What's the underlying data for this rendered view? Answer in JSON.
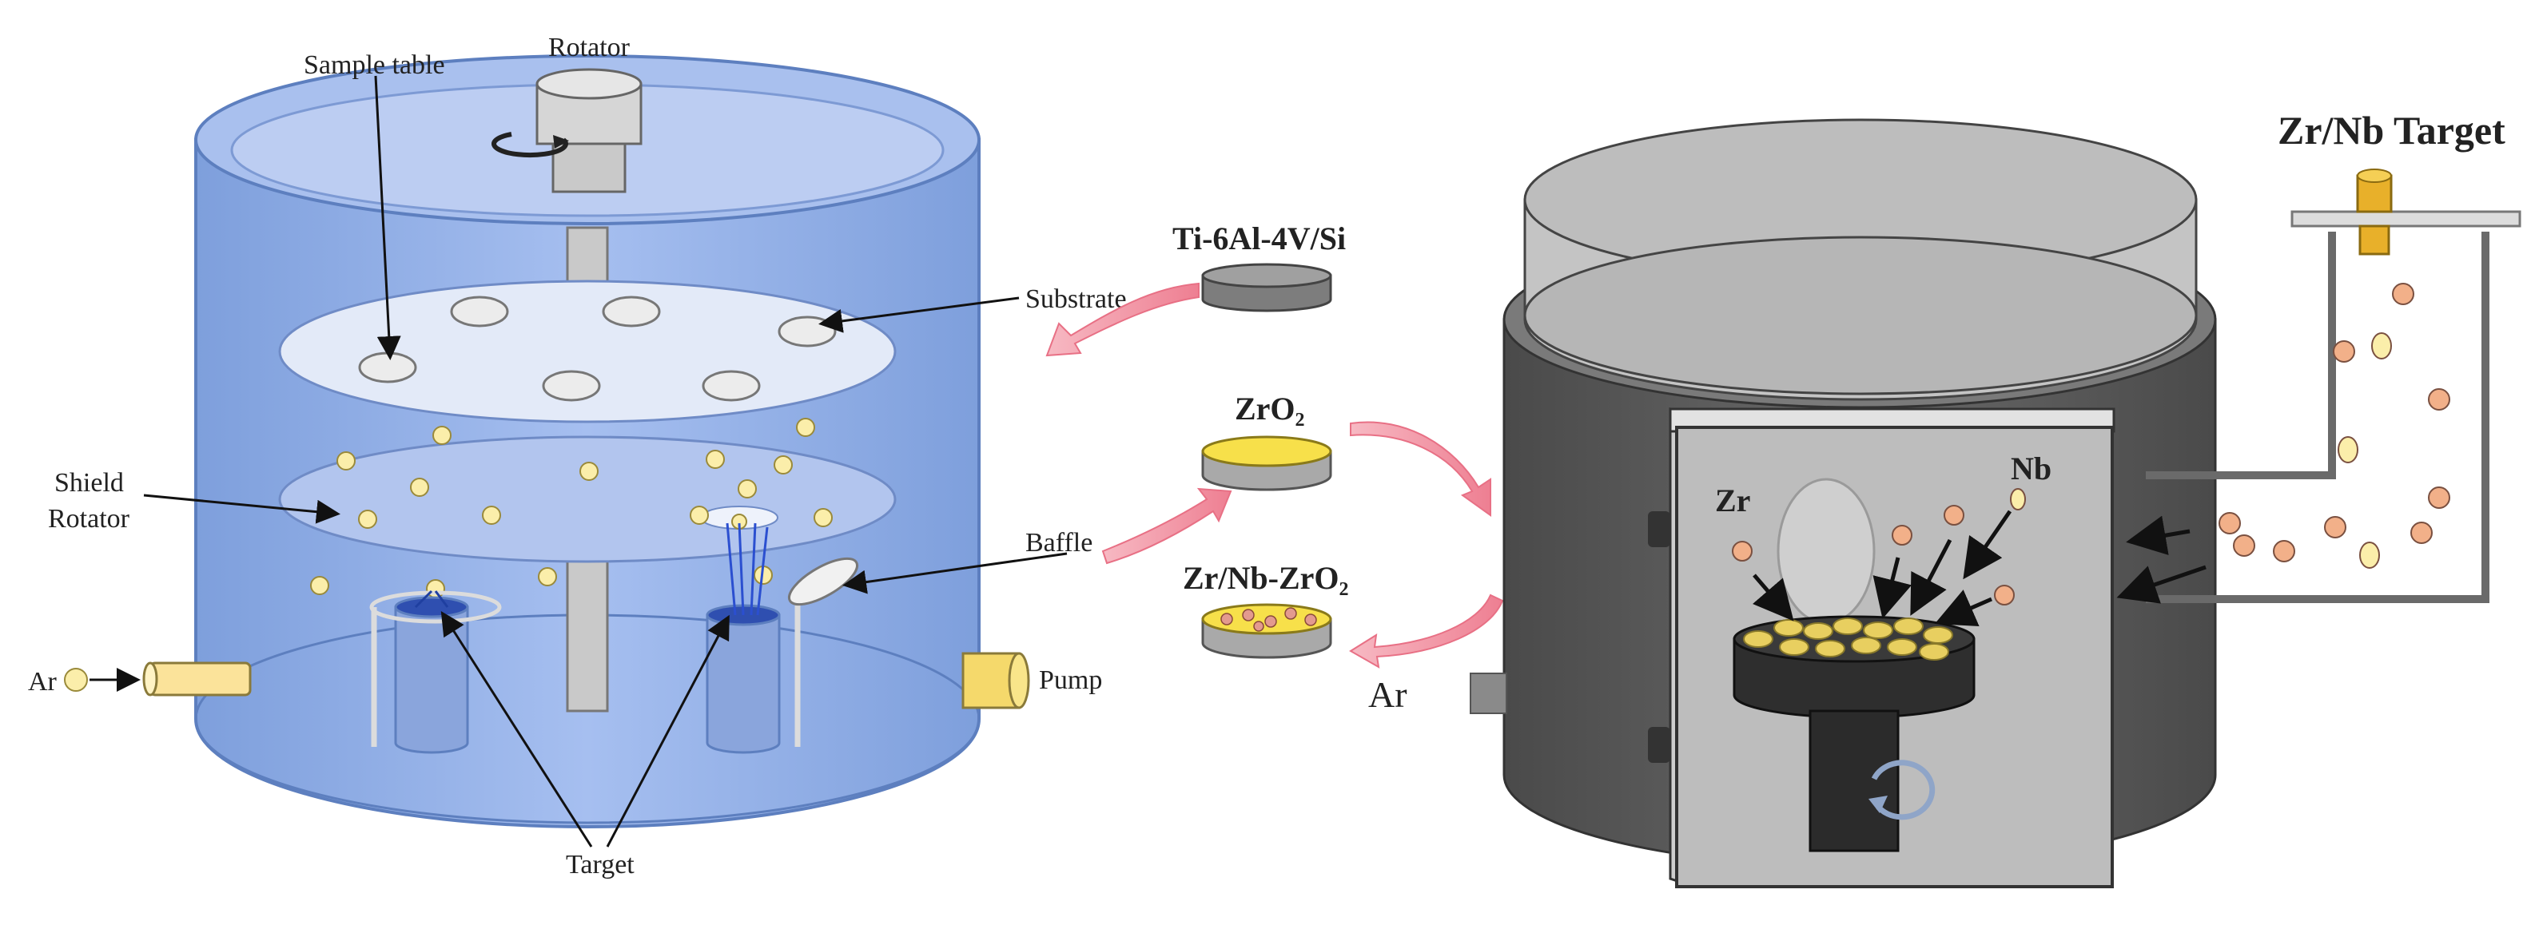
{
  "left_diagram": {
    "labels": {
      "rotator": "Rotator",
      "sample_table": "Sample table",
      "substrate": "Substrate",
      "shield_rotator_line1": "Shield",
      "shield_rotator_line2": "Rotator",
      "baffle": "Baffle",
      "pump": "Pump",
      "ar": "Ar",
      "target": "Target"
    }
  },
  "middle": {
    "ti_label": "Ti-6Al-4V/Si",
    "zro2_label": "ZrO₂",
    "zrnb_zro2_label": "Zr/Nb-ZrO₂",
    "ar_label": "Ar"
  },
  "right_diagram": {
    "title": "Zr/Nb Target",
    "zr_label": "Zr",
    "nb_label": "Nb"
  },
  "colors": {
    "chamber_blue": "#8fb0e6",
    "chamber_light": "#c3d4f3",
    "gray_chamber": "#5a5a5a",
    "arrow_pink": "#f08a9a",
    "particle_yellow": "#fbeeaa",
    "particle_orange": "#f2b089",
    "target_yellow": "#f7e04a"
  }
}
